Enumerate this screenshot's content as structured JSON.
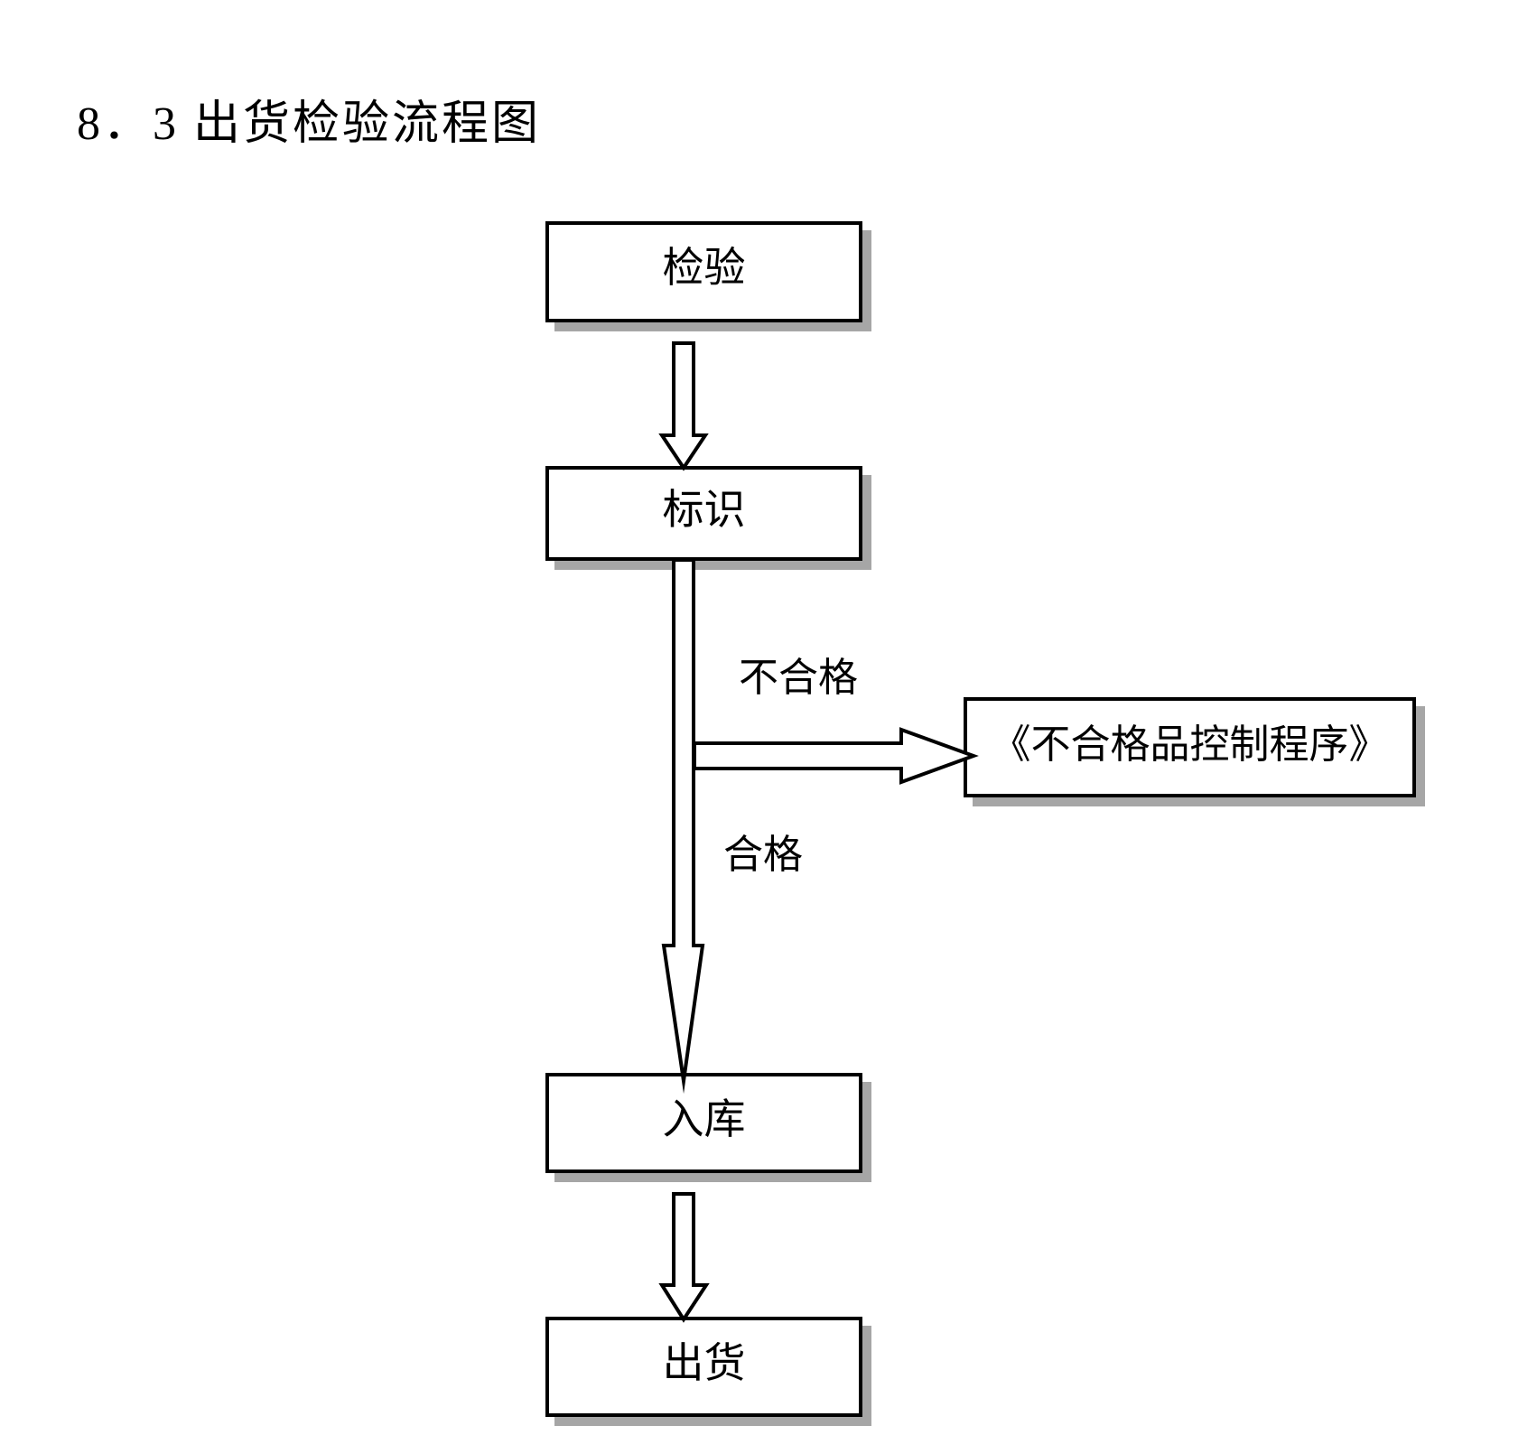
{
  "title": "8．3 出货检验流程图",
  "colors": {
    "background": "#ffffff",
    "node_fill": "#ffffff",
    "node_border": "#000000",
    "node_shadow": "#a6a6a6",
    "text": "#000000"
  },
  "flowchart": {
    "nodes": [
      {
        "id": "inspection",
        "label": "检验"
      },
      {
        "id": "marking",
        "label": "标识"
      },
      {
        "id": "nonconforming_procedure",
        "label": "《不合格品控制程序》"
      },
      {
        "id": "warehousing",
        "label": "入库"
      },
      {
        "id": "shipment",
        "label": "出货"
      }
    ],
    "edges": [
      {
        "from": "inspection",
        "to": "marking",
        "label": ""
      },
      {
        "from": "marking",
        "to": "nonconforming_procedure",
        "label": "不合格"
      },
      {
        "from": "marking",
        "to": "warehousing",
        "label": "合格"
      },
      {
        "from": "warehousing",
        "to": "shipment",
        "label": ""
      }
    ],
    "edge_labels": {
      "unqualified": "不合格",
      "qualified": "合格"
    }
  }
}
